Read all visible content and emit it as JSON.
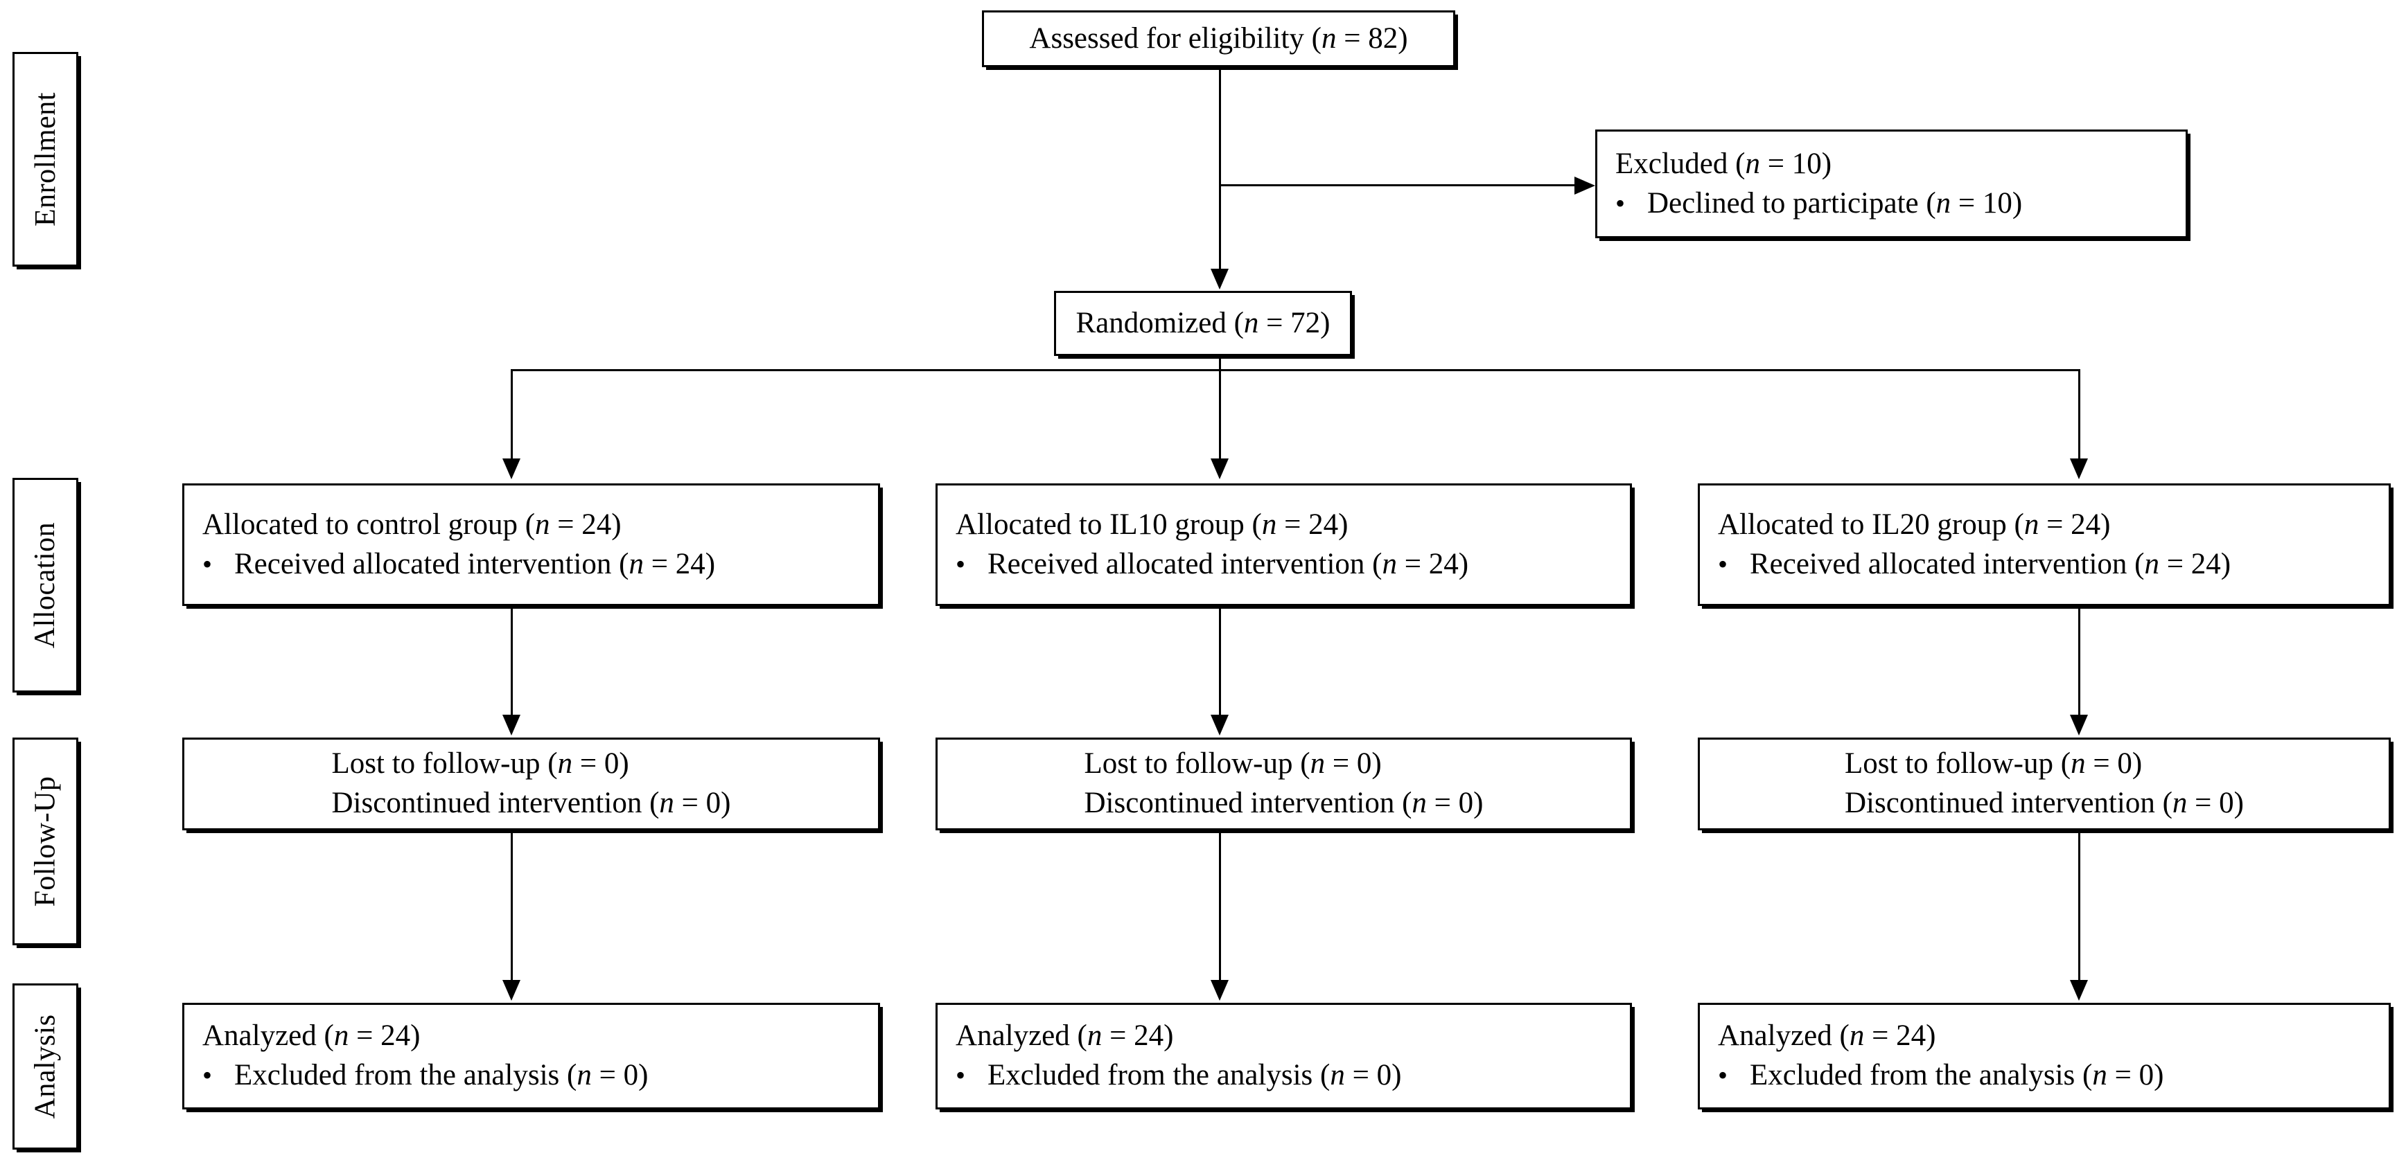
{
  "diagram": {
    "title": "CONSORT participant flow diagram",
    "type": "flowchart",
    "line_color": "#000000",
    "box_fill": "#ffffff",
    "stages": [
      {
        "id": "enrollment",
        "label": "Enrollment"
      },
      {
        "id": "allocation",
        "label": "Allocation"
      },
      {
        "id": "followup",
        "label": "Follow-Up"
      },
      {
        "id": "analysis",
        "label": "Analysis"
      }
    ],
    "nodes": {
      "assessed": {
        "line1_a": "Assessed for eligibility (",
        "line1_n": "n",
        "line1_b": " = 82)"
      },
      "excluded": {
        "line1_a": "Excluded (",
        "line1_n": "n",
        "line1_b": " = 10)",
        "bullet_dot": "•",
        "bullet_a": "Declined to participate (",
        "bullet_n": "n",
        "bullet_b": " = 10)"
      },
      "randomized": {
        "line1_a": "Randomized (",
        "line1_n": "n",
        "line1_b": " = 72)"
      },
      "alloc_control": {
        "line1_a": "Allocated to control group (",
        "line1_n": "n",
        "line1_b": " = 24)",
        "bullet_dot": "•",
        "bullet_a": "Received allocated intervention (",
        "bullet_n": "n",
        "bullet_b": " = 24)"
      },
      "alloc_il10": {
        "line1_a": "Allocated to IL10 group (",
        "line1_n": "n",
        "line1_b": " = 24)",
        "bullet_dot": "•",
        "bullet_a": "Received allocated intervention (",
        "bullet_n": "n",
        "bullet_b": " = 24)"
      },
      "alloc_il20": {
        "line1_a": "Allocated to IL20 group (",
        "line1_n": "n",
        "line1_b": " = 24)",
        "bullet_dot": "•",
        "bullet_a": "Received allocated intervention (",
        "bullet_n": "n",
        "bullet_b": " = 24)"
      },
      "followup_control": {
        "line1_a": "Lost to follow-up (",
        "line1_n": "n",
        "line1_b": " = 0)",
        "line2_a": "Discontinued intervention (",
        "line2_n": "n",
        "line2_b": " = 0)"
      },
      "followup_il10": {
        "line1_a": "Lost to follow-up (",
        "line1_n": "n",
        "line1_b": " = 0)",
        "line2_a": "Discontinued intervention (",
        "line2_n": "n",
        "line2_b": " = 0)"
      },
      "followup_il20": {
        "line1_a": "Lost to follow-up (",
        "line1_n": "n",
        "line1_b": " = 0)",
        "line2_a": "Discontinued intervention (",
        "line2_n": "n",
        "line2_b": " = 0)"
      },
      "analysis_control": {
        "line1_a": "Analyzed (",
        "line1_n": "n",
        "line1_b": " = 24)",
        "bullet_dot": "•",
        "bullet_a": "Excluded from the analysis (",
        "bullet_n": "n",
        "bullet_b": " = 0)"
      },
      "analysis_il10": {
        "line1_a": "Analyzed (",
        "line1_n": "n",
        "line1_b": " = 24)",
        "bullet_dot": "•",
        "bullet_a": "Excluded from the analysis (",
        "bullet_n": "n",
        "bullet_b": " = 0)"
      },
      "analysis_il20": {
        "line1_a": "Analyzed (",
        "line1_n": "n",
        "line1_b": " = 24)",
        "bullet_dot": "•",
        "bullet_a": "Excluded from the analysis (",
        "bullet_n": "n",
        "bullet_b": " = 0)"
      }
    }
  }
}
